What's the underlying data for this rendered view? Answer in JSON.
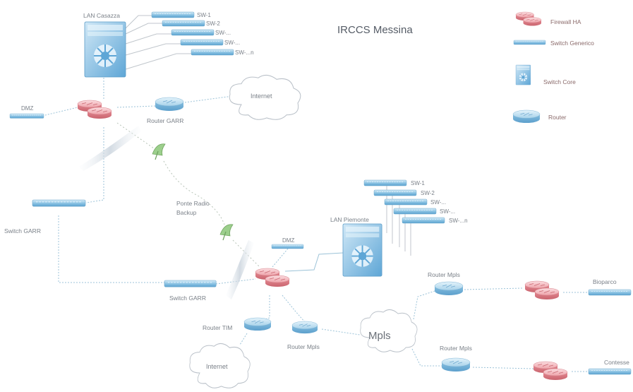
{
  "title": "IRCCS Messina",
  "legend": {
    "firewall": "Firewall HA",
    "switch": "Switch Generico",
    "core": "Switch Core",
    "router": "Router"
  },
  "casazza": {
    "lan": "LAN Casazza",
    "switches": [
      "SW-1",
      "SW-2",
      "SW-...",
      "SW-...",
      "SW-...n"
    ],
    "dmz": "DMZ",
    "router_garr": "Router GARR",
    "internet": "Internet"
  },
  "radio": {
    "label_line1": "Ponte Radio",
    "label_line2": "Backup"
  },
  "switch_garr_left": "Switch GARR",
  "piemonte": {
    "lan": "LAN Piemonte",
    "switches": [
      "SW-1",
      "SW-2",
      "SW-...",
      "SW-...",
      "SW-...n"
    ],
    "dmz": "DMZ",
    "switch_garr": "Switch GARR",
    "router_tim": "Router TIM",
    "router_mpls": "Router Mpls",
    "internet": "Internet",
    "mpls_cloud": "Mpls"
  },
  "remote": {
    "router_mpls_top": "Router Mpls",
    "router_mpls_bottom": "Router Mpls",
    "bioparco": "Bioparco",
    "contesse": "Contesse"
  },
  "colors": {
    "switch": "#7fb8dc",
    "router": "#8cc4e2",
    "firewall": "#e6868f",
    "core": "#6aaedc",
    "link": "#9cc3d8"
  }
}
